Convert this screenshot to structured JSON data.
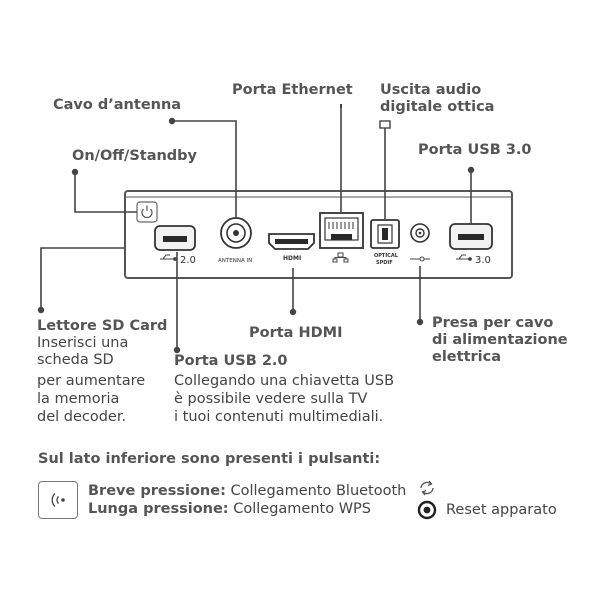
{
  "callouts": {
    "antenna": "Cavo d’antenna",
    "ethernet": "Porta Ethernet",
    "audio_line1": "Uscita audio",
    "audio_line2": "digitale ottica",
    "usb3": "Porta USB 3.0",
    "power_btn": "On/Off/Standby",
    "sd_title": "Lettore SD Card",
    "sd_desc": [
      "Inserisci una",
      "scheda SD",
      "per aumentare",
      "la memoria",
      "del decoder."
    ],
    "hdmi": "Porta HDMI",
    "usb2_title": "Porta USB 2.0",
    "usb2_desc": [
      "Collegando una chiavetta USB",
      "è possibile vedere sulla TV",
      "i tuoi contenuti multimediali."
    ],
    "power_in": [
      "Presa per cavo",
      "di alimentazione",
      "elettrica"
    ]
  },
  "device_labels": {
    "usb2": "2.0",
    "antenna": "ANTENNA IN",
    "hdmi": "HDMI",
    "optical_line1": "OPTICAL",
    "optical_line2": "SPDIF",
    "usb3": "3.0"
  },
  "bottom": {
    "heading": "Sul lato inferiore sono presenti i pulsanti:",
    "short_press_label": "Breve pressione:",
    "short_press_value": "Collegamento Bluetooth",
    "long_press_label": "Lunga pressione:",
    "long_press_value": "Collegamento WPS",
    "reset": "Reset apparato"
  },
  "icons": {
    "power": "power-icon",
    "wireless": "wireless-signal-icon",
    "reset_arrows": "refresh-icon",
    "reset_button": "reset-button-icon"
  }
}
